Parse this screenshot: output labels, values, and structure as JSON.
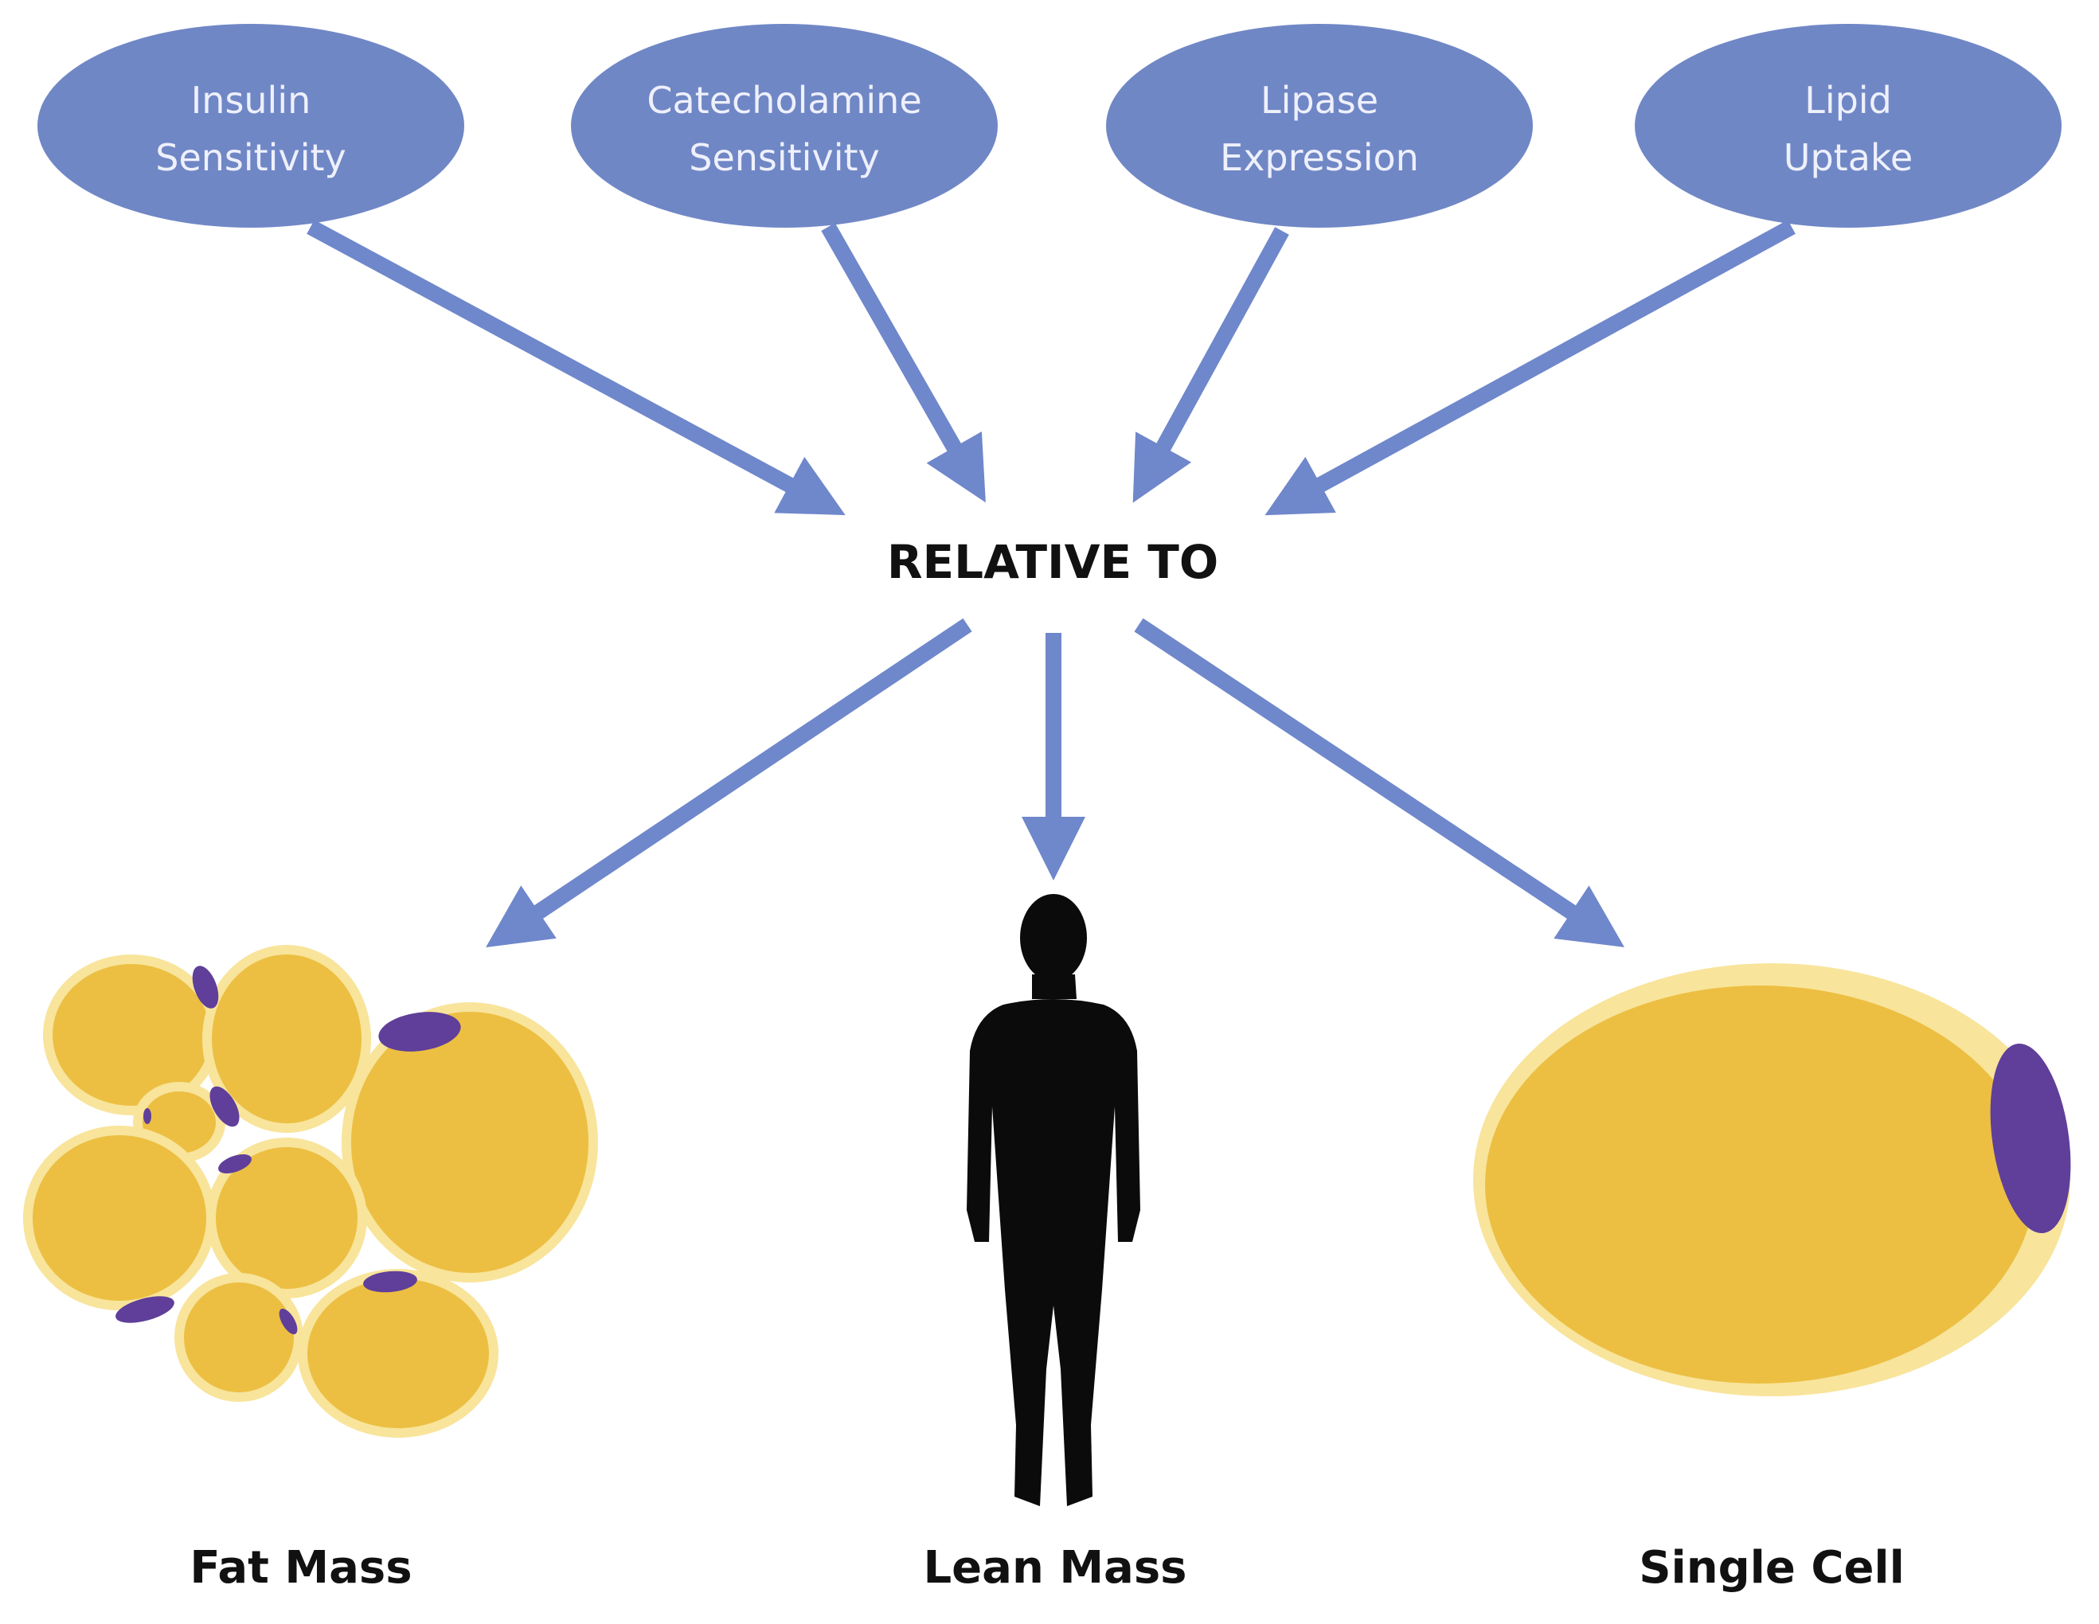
{
  "colors": {
    "ellipse": "#7087c6",
    "arrow": "#6f87cb",
    "fat": "#ecbf42",
    "fat_rim": "#f8e49b",
    "nucleus": "#5f3f9a",
    "silhouette": "#0b0b0b"
  },
  "factors": [
    {
      "line1": "Insulin",
      "line2": "Sensitivity"
    },
    {
      "line1": "Catecholamine",
      "line2": "Sensitivity"
    },
    {
      "line1": "Lipase",
      "line2": "Expression"
    },
    {
      "line1": "Lipid",
      "line2": "Uptake"
    }
  ],
  "center": {
    "label": "RELATIVE TO"
  },
  "targets": [
    {
      "label": "Fat Mass",
      "icon": "fat-cells-cluster-icon"
    },
    {
      "label": "Lean Mass",
      "icon": "human-silhouette-icon"
    },
    {
      "label": "Single Cell",
      "icon": "single-fat-cell-icon"
    }
  ]
}
